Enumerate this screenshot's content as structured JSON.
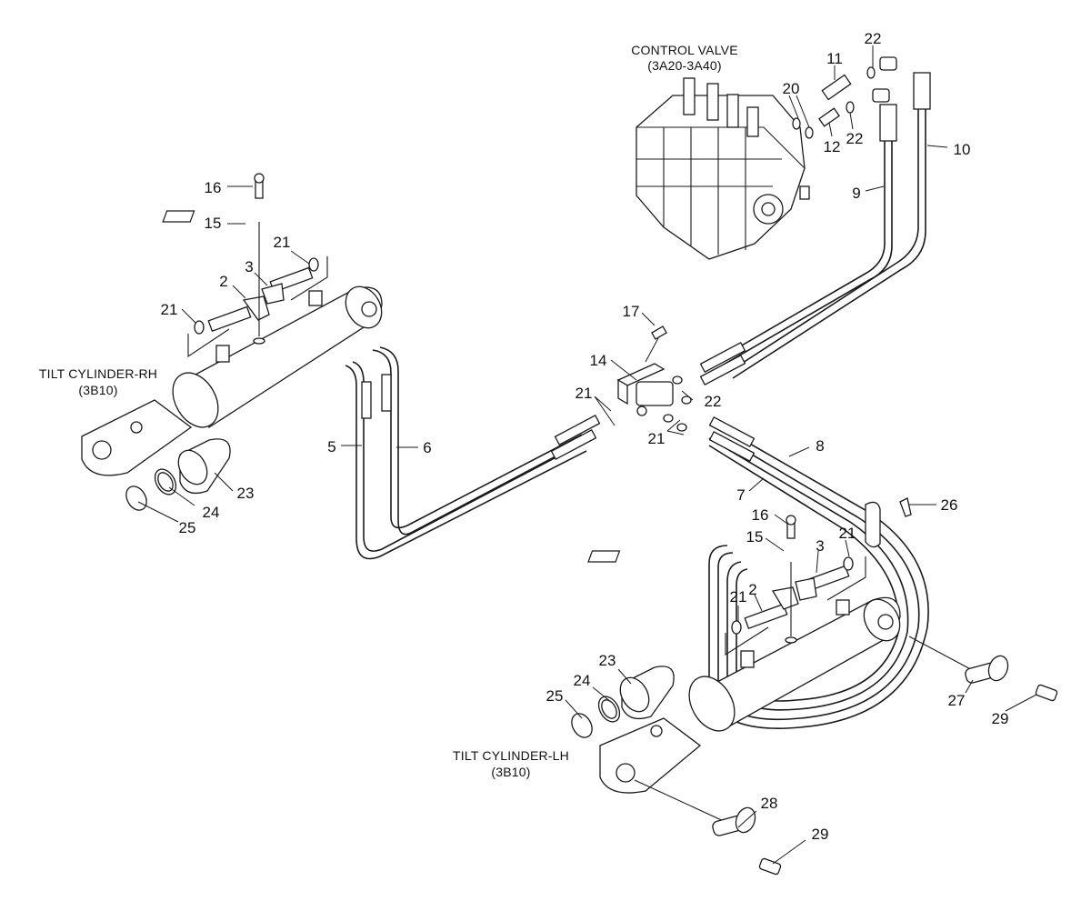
{
  "captions": {
    "control_valve": {
      "line1": "CONTROL VALVE",
      "line2": "(3A20-3A40)"
    },
    "tilt_cylinder_rh": {
      "line1": "TILT CYLINDER-RH",
      "line2": "(3B10)"
    },
    "tilt_cylinder_lh": {
      "line1": "TILT CYLINDER-LH",
      "line2": "(3B10)"
    }
  },
  "callouts": [
    {
      "id": "c22a",
      "text": "22"
    },
    {
      "id": "c11",
      "text": "11"
    },
    {
      "id": "c20",
      "text": "20"
    },
    {
      "id": "c12",
      "text": "12"
    },
    {
      "id": "c22b",
      "text": "22"
    },
    {
      "id": "c10",
      "text": "10"
    },
    {
      "id": "c9",
      "text": "9"
    },
    {
      "id": "c16a",
      "text": "16"
    },
    {
      "id": "c15a",
      "text": "15"
    },
    {
      "id": "c21a",
      "text": "21"
    },
    {
      "id": "c3a",
      "text": "3"
    },
    {
      "id": "c2a",
      "text": "2"
    },
    {
      "id": "c21b",
      "text": "21"
    },
    {
      "id": "c17",
      "text": "17"
    },
    {
      "id": "c14",
      "text": "14"
    },
    {
      "id": "c21c",
      "text": "21"
    },
    {
      "id": "c22c",
      "text": "22"
    },
    {
      "id": "c21d",
      "text": "21"
    },
    {
      "id": "c5",
      "text": "5"
    },
    {
      "id": "c6",
      "text": "6"
    },
    {
      "id": "c8",
      "text": "8"
    },
    {
      "id": "c7",
      "text": "7"
    },
    {
      "id": "c23a",
      "text": "23"
    },
    {
      "id": "c24a",
      "text": "24"
    },
    {
      "id": "c25a",
      "text": "25"
    },
    {
      "id": "c26",
      "text": "26"
    },
    {
      "id": "c16b",
      "text": "16"
    },
    {
      "id": "c15b",
      "text": "15"
    },
    {
      "id": "c21e",
      "text": "21"
    },
    {
      "id": "c3b",
      "text": "3"
    },
    {
      "id": "c21f",
      "text": "21"
    },
    {
      "id": "c2b",
      "text": "2"
    },
    {
      "id": "c23b",
      "text": "23"
    },
    {
      "id": "c24b",
      "text": "24"
    },
    {
      "id": "c25b",
      "text": "25"
    },
    {
      "id": "c27",
      "text": "27"
    },
    {
      "id": "c29a",
      "text": "29"
    },
    {
      "id": "c28",
      "text": "28"
    },
    {
      "id": "c29b",
      "text": "29"
    }
  ]
}
